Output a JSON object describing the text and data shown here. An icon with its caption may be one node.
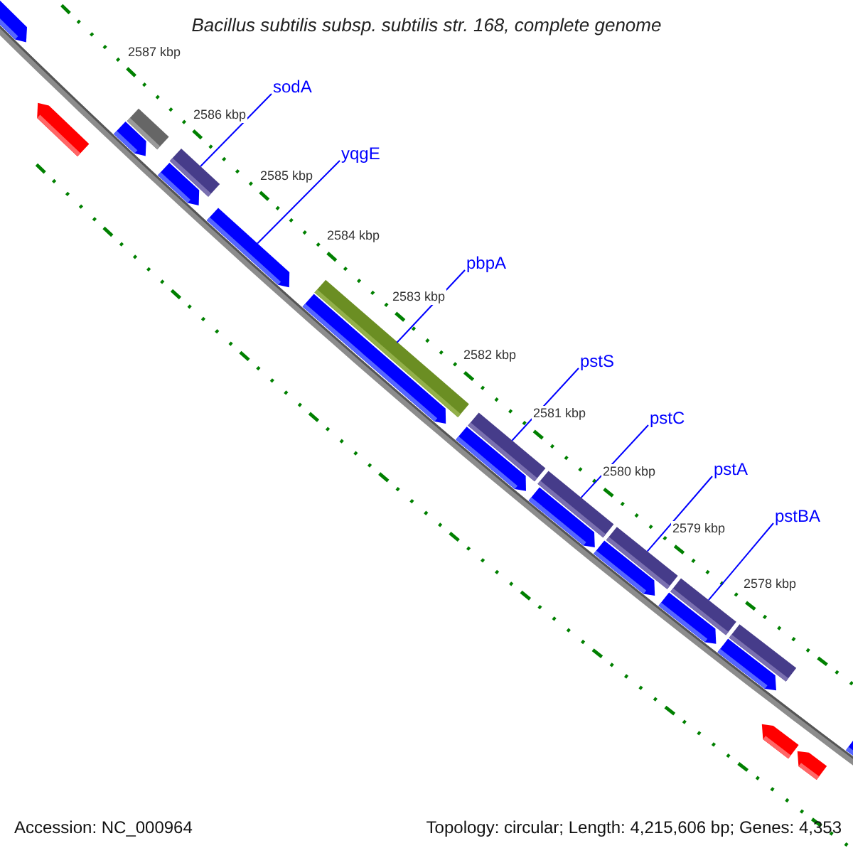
{
  "diagram": {
    "title": "Bacillus subtilis subsp. subtilis str. 168, complete genome",
    "nodes": [
      {
        "text": [],
        "shape": "pentagon"
      },
      {
        "text": [],
        "shape": "pentagon"
      },
      {
        "text": [],
        "shape": "bar"
      },
      {
        "text": [],
        "shape": "pentagon"
      },
      {
        "text": [
          "sodA"
        ]
      },
      {
        "text": [],
        "shape": "bar"
      },
      {
        "text": [],
        "shape": "pentagon"
      },
      {
        "text": [
          "yqgE"
        ]
      },
      {
        "text": [],
        "shape": "pentagon"
      },
      {
        "text": [
          "pbpA"
        ]
      },
      {
        "text": [],
        "shape": "bar"
      },
      {
        "text": [],
        "shape": "pentagon"
      },
      {
        "text": [
          "pstS"
        ]
      },
      {
        "text": [],
        "shape": "bar"
      },
      {
        "text": [],
        "shape": "pentagon"
      },
      {
        "text": [
          "pstC"
        ]
      },
      {
        "text": [],
        "shape": "bar"
      },
      {
        "text": [],
        "shape": "pentagon"
      },
      {
        "text": [
          "pstA"
        ]
      },
      {
        "text": [],
        "shape": "bar"
      },
      {
        "text": [],
        "shape": "pentagon"
      },
      {
        "text": [
          "pstBA"
        ]
      },
      {
        "text": [],
        "shape": "bar"
      },
      {
        "text": [],
        "shape": "pentagon"
      },
      {
        "text": [],
        "shape": "bar"
      },
      {
        "text": [],
        "shape": "pentagon"
      },
      {
        "text": [],
        "shape": "pentagon"
      },
      {
        "text": [],
        "shape": "pentagon"
      },
      {
        "text": [],
        "shape": "pentagon"
      }
    ],
    "edges": [
      {
        "from": 4,
        "to": 5,
        "arrow": "none"
      },
      {
        "from": 7,
        "to": 8,
        "arrow": "none"
      },
      {
        "from": 9,
        "to": 10,
        "arrow": "none"
      },
      {
        "from": 12,
        "to": 13,
        "arrow": "none"
      },
      {
        "from": 15,
        "to": 16,
        "arrow": "none"
      },
      {
        "from": 18,
        "to": 19,
        "arrow": "none"
      },
      {
        "from": 21,
        "to": 22,
        "arrow": "none"
      }
    ],
    "labels": [
      "2587 kbp",
      "2586 kbp",
      "2585 kbp",
      "2584 kbp",
      "2583 kbp",
      "2582 kbp",
      "2581 kbp",
      "2580 kbp",
      "2579 kbp",
      "2578 kbp",
      "Accession: NC_000964",
      "Topology: circular; Length: 4,215,606 bp; Genes: 4,353"
    ]
  }
}
